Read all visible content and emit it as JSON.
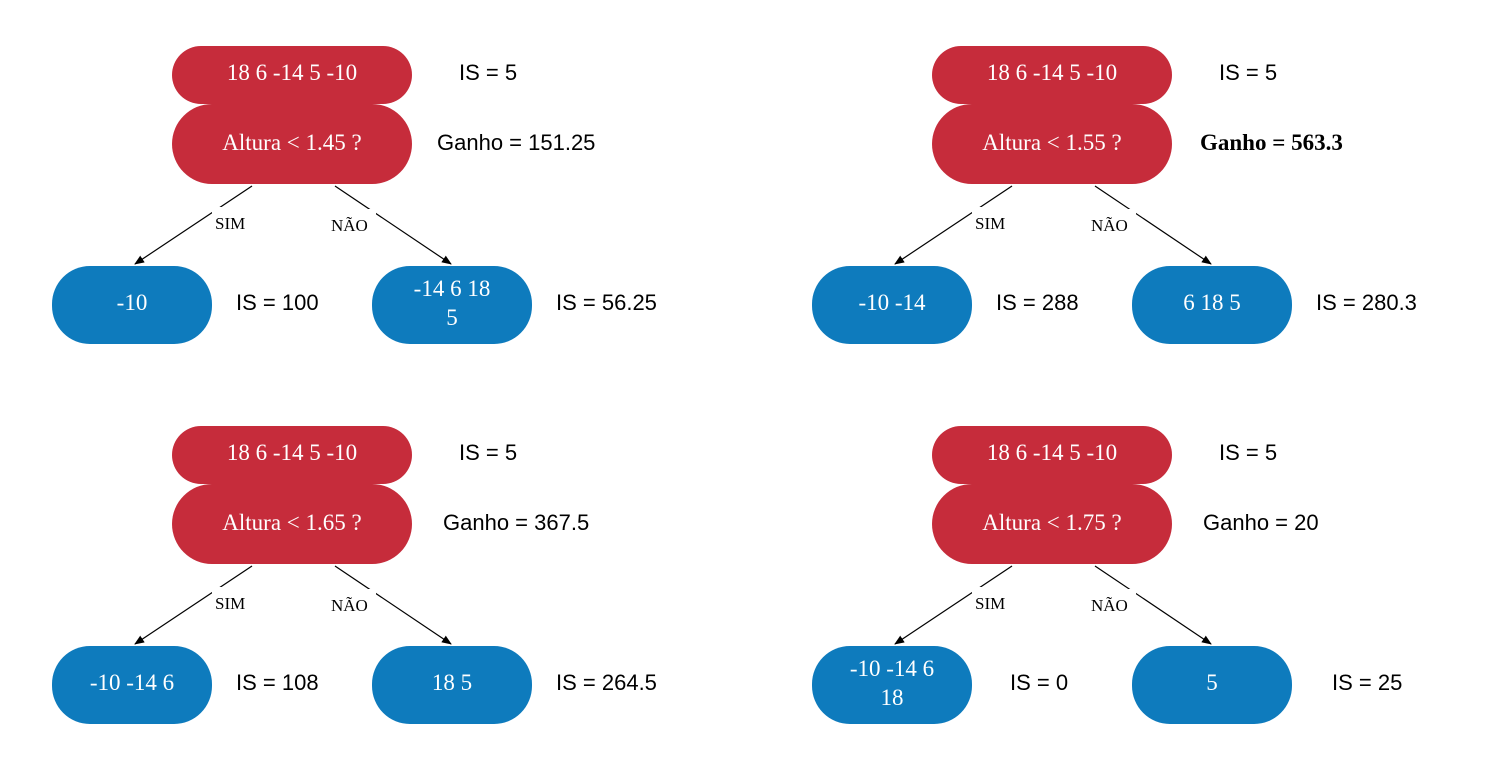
{
  "colors": {
    "split_node": "#c62c3b",
    "leaf_node": "#0e7bbd",
    "text_on_node": "#ffffff",
    "edge": "#000000"
  },
  "trees": [
    {
      "root_values": "18  6  -14  5  -10",
      "root_is": "IS = 5",
      "question": "Altura < 1.45 ?",
      "gain": "Ganho = 151.25",
      "gain_bold": false,
      "yes_label": "SIM",
      "no_label": "NÃO",
      "left_leaf": {
        "lines": [
          "-10"
        ],
        "is": "IS = 100"
      },
      "right_leaf": {
        "lines": [
          "-14  6  18",
          "5"
        ],
        "is": "IS = 56.25"
      }
    },
    {
      "root_values": "18  6  -14  5  -10",
      "root_is": "IS = 5",
      "question": "Altura < 1.55 ?",
      "gain": "Ganho = 563.3",
      "gain_bold": true,
      "yes_label": "SIM",
      "no_label": "NÃO",
      "left_leaf": {
        "lines": [
          "-10  -14"
        ],
        "is": "IS = 288"
      },
      "right_leaf": {
        "lines": [
          "6  18  5"
        ],
        "is": "IS = 280.3"
      }
    },
    {
      "root_values": "18  6  -14  5  -10",
      "root_is": "IS = 5",
      "question": "Altura < 1.65 ?",
      "gain": "Ganho = 367.5",
      "gain_bold": false,
      "yes_label": "SIM",
      "no_label": "NÃO",
      "left_leaf": {
        "lines": [
          "-10  -14  6"
        ],
        "is": "IS = 108"
      },
      "right_leaf": {
        "lines": [
          "18  5"
        ],
        "is": "IS = 264.5"
      }
    },
    {
      "root_values": "18  6  -14  5  -10",
      "root_is": "IS = 5",
      "question": "Altura < 1.75 ?",
      "gain": "Ganho = 20",
      "gain_bold": false,
      "yes_label": "SIM",
      "no_label": "NÃO",
      "left_leaf": {
        "lines": [
          "-10  -14  6",
          "18"
        ],
        "is": "IS = 0"
      },
      "right_leaf": {
        "lines": [
          "5"
        ],
        "is": "IS = 25"
      }
    }
  ]
}
